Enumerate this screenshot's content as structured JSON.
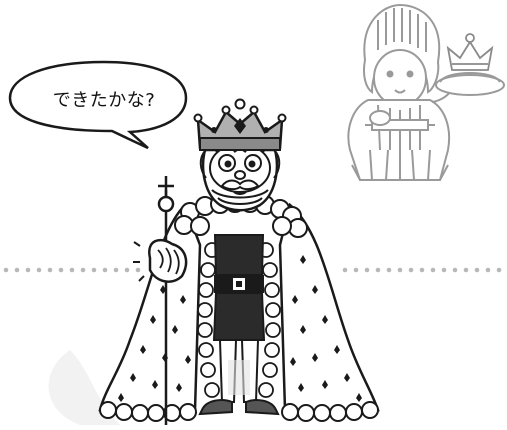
{
  "speech_bubble": {
    "text": "できたかな?"
  },
  "colors": {
    "line": "#1a1a1a",
    "crown_gray": "#8a8a8a",
    "robe_dark": "#2b2b2b",
    "robe_white": "#ffffff",
    "servant_line": "#9a9a9a",
    "dots": "#b8b8b8",
    "faint_wash": "#e9e9e9"
  },
  "icons": [
    "speech-bubble",
    "king",
    "crown",
    "scepter",
    "servant",
    "pillow-crown",
    "dotted-divider"
  ]
}
